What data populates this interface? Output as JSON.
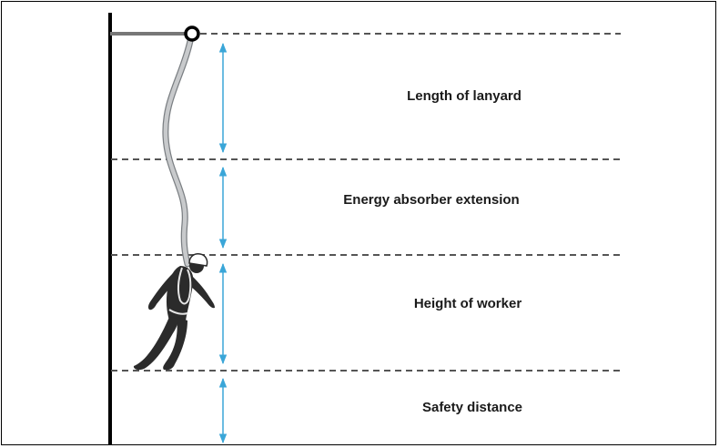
{
  "diagram": {
    "sections": [
      {
        "id": "lanyard",
        "label": "Length of lanyard"
      },
      {
        "id": "absorber",
        "label": "Energy absorber extension"
      },
      {
        "id": "worker",
        "label": "Height of worker"
      },
      {
        "id": "safety",
        "label": "Safety distance"
      }
    ],
    "colors": {
      "arrow": "#3aa6d8",
      "dashed_line": "#555555",
      "pole": "#000000",
      "rope": "#c8cacc",
      "worker": "#2b2b2b"
    },
    "icons": [
      "anchor-point-icon",
      "worker-silhouette-icon",
      "helmet-icon",
      "harness-icon"
    ]
  }
}
